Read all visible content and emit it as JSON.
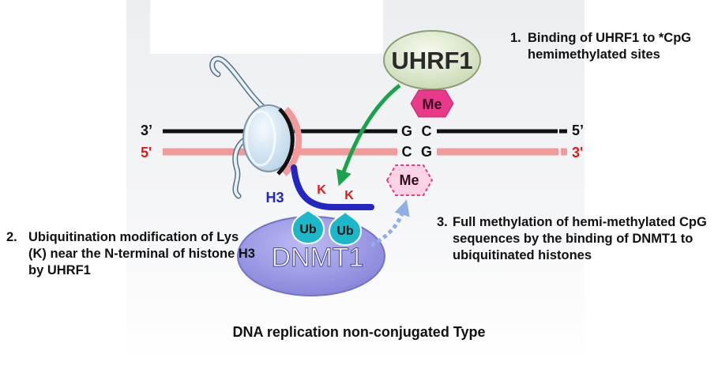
{
  "labels": {
    "uhrf1": "UHRF1",
    "dnmt1": "DNMT1",
    "me": "Me",
    "ub": "Ub",
    "k": "K",
    "h3": "H3",
    "top_strand_5": "5’",
    "top_strand_3": "3’",
    "bottom_strand_5": "5'",
    "bottom_strand_3": "3'",
    "base_g_top": "G",
    "base_c_top": "C",
    "base_c_bottom": "C",
    "base_g_bottom": "G"
  },
  "steps": [
    {
      "number": "1.",
      "text": "Binding of UHRF1 to *CpG hemimethylated sites"
    },
    {
      "number": "2.",
      "text": "Ubiquitination modification of Lys (K) near the N-terminal of histone H3 by UHRF1"
    },
    {
      "number": "3.",
      "text": "Full methylation of hemi-methylated CpG sequences by the binding of DNMT1 to ubiquitinated histones"
    }
  ],
  "caption": "DNA replication non-conjugated Type",
  "colors": {
    "uhrf1_fill": "#dfe8cf",
    "dnmt1_fill": "#9d9be6",
    "me_fill": "#e8398a",
    "ub_fill": "#1ab8c9",
    "lysine_red": "#e01818",
    "h3_blue": "#2326c2",
    "bottom_strand": "#f29a9a",
    "arrow_green": "#1aa34a",
    "arrow_blue": "#8fb0e6"
  }
}
